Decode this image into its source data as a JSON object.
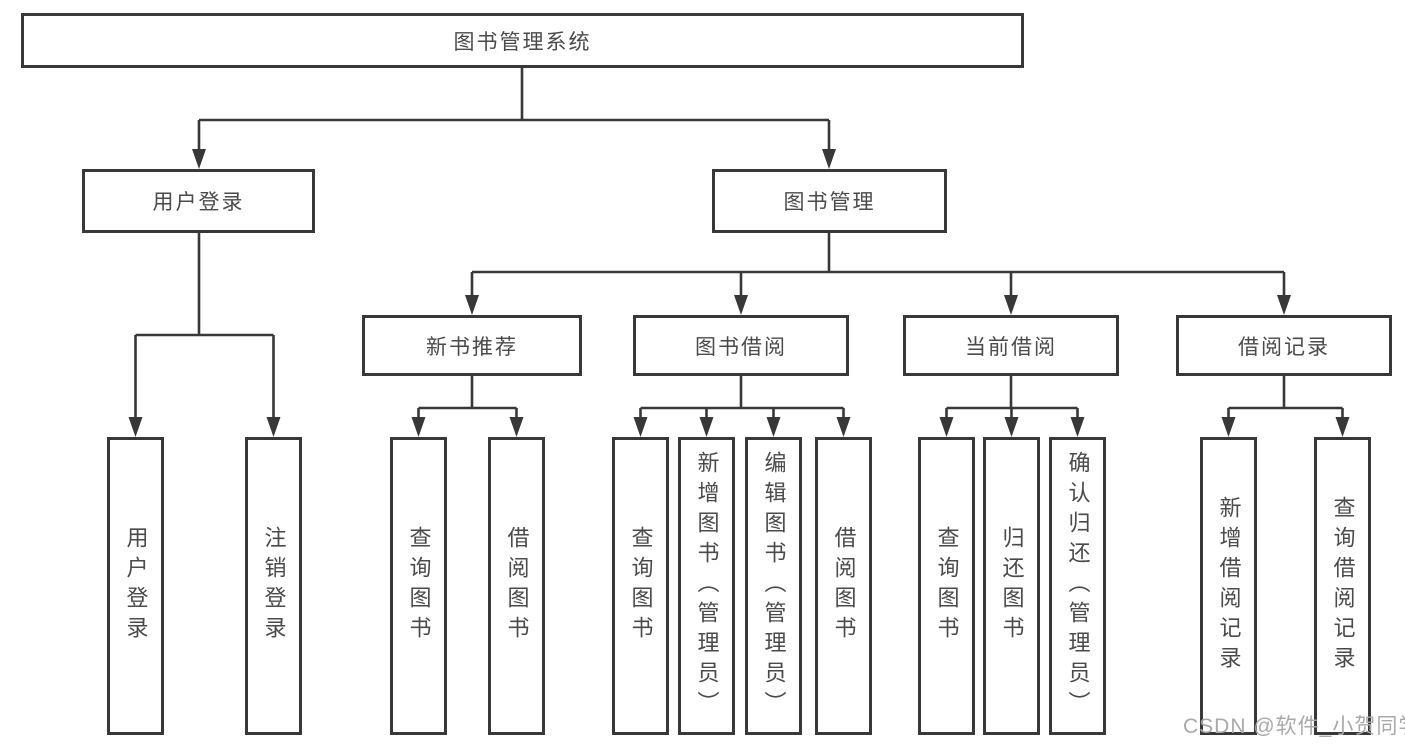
{
  "colors": {
    "line": "#383838",
    "text": "#4a4a4a",
    "watermark": "#a9a9a9",
    "background": "#ffffff"
  },
  "watermark": {
    "text": "CSDN @软件_小贺同学"
  },
  "tree": {
    "label": "图书管理系统",
    "children": [
      {
        "label": "用户登录",
        "children": [
          {
            "label": "用户登录"
          },
          {
            "label": "注销登录"
          }
        ]
      },
      {
        "label": "图书管理",
        "children": [
          {
            "label": "新书推荐",
            "children": [
              {
                "label": "查询图书"
              },
              {
                "label": "借阅图书"
              }
            ]
          },
          {
            "label": "图书借阅",
            "children": [
              {
                "label": "查询图书"
              },
              {
                "label": "新增图书（管理员）"
              },
              {
                "label": "编辑图书（管理员）"
              },
              {
                "label": "借阅图书"
              }
            ]
          },
          {
            "label": "当前借阅",
            "children": [
              {
                "label": "查询图书"
              },
              {
                "label": "归还图书"
              },
              {
                "label": "确认归还（管理员）"
              }
            ]
          },
          {
            "label": "借阅记录",
            "children": [
              {
                "label": "新增借阅记录"
              },
              {
                "label": "查询借阅记录"
              }
            ]
          }
        ]
      }
    ]
  }
}
